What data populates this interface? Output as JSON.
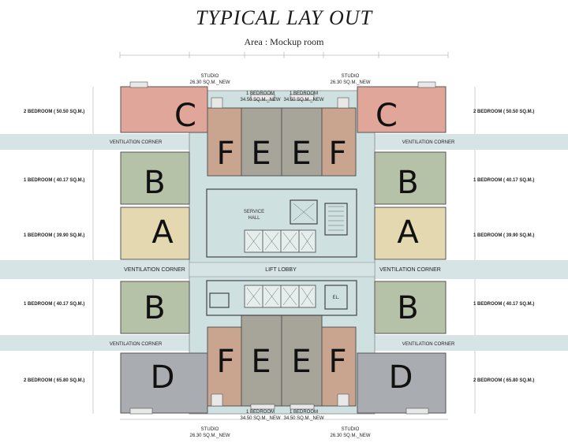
{
  "title": "TYPICAL LAY OUT",
  "subtitle": "Area : Mockup room",
  "colors": {
    "unit_a": "#e3d8b0",
    "unit_b": "#b6c2a8",
    "unit_c": "#e0a69a",
    "unit_d": "#a9acb0",
    "unit_e": "#a7a49a",
    "unit_f": "#c9a48e",
    "core": "#cfe0e0",
    "band": "#d6e4e6"
  },
  "units": {
    "a": "A",
    "b": "B",
    "c": "C",
    "d": "D",
    "e": "E",
    "f": "F"
  },
  "labels": {
    "two_bed_50": "2 BEDROOM ( 50.50  SQ.M.)",
    "two_bed_65": "2 BEDROOM ( 65.80  SQ.M.)",
    "one_bed_40": "1 BEDROOM ( 40.17  SQ.M.)",
    "one_bed_39": "1 BEDROOM ( 39.90  SQ.M.)",
    "one_bed_top": "1 BEDROOM",
    "one_bed_area": "34.50 SQ.M._NEW",
    "studio": "STUDIO",
    "studio_area": "26.30 SQ.M._NEW",
    "ventilation_corner": "VENTILATION CORNER",
    "ventilation_corner_small": "VENTILATION CORNER",
    "lift_lobby": "LIFT LOBBY",
    "service_hall": "SERVICE",
    "service_hall_2": "HALL",
    "el": "EL."
  }
}
